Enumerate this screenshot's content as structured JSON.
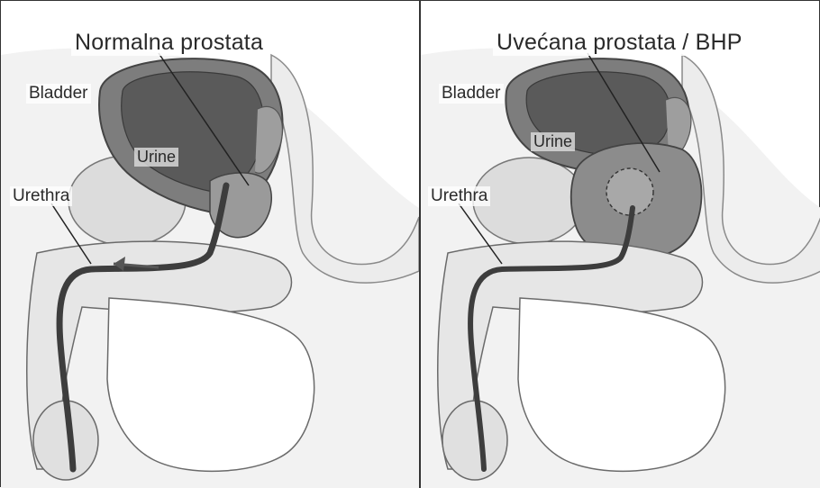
{
  "panels": [
    {
      "title": "Normalna prostata",
      "labels": {
        "bladder": "Bladder",
        "urine": "Urine",
        "urethra": "Urethra"
      }
    },
    {
      "title": "Uvećana prostata / BHP",
      "labels": {
        "bladder": "Bladder",
        "urine": "Urine",
        "urethra": "Urethra"
      }
    }
  ],
  "colors": {
    "background": "#ffffff",
    "tissue": "#e6e6e6",
    "tissue_dark": "#c8c8c8",
    "bladder_wall": "#7d7d7d",
    "bladder_inside": "#5f5f5f",
    "prostate": "#9a9a9a",
    "prostate_enlarged": "#8c8c8c",
    "urethra": "#3d3d3d",
    "outline": "#4a4a4a"
  }
}
